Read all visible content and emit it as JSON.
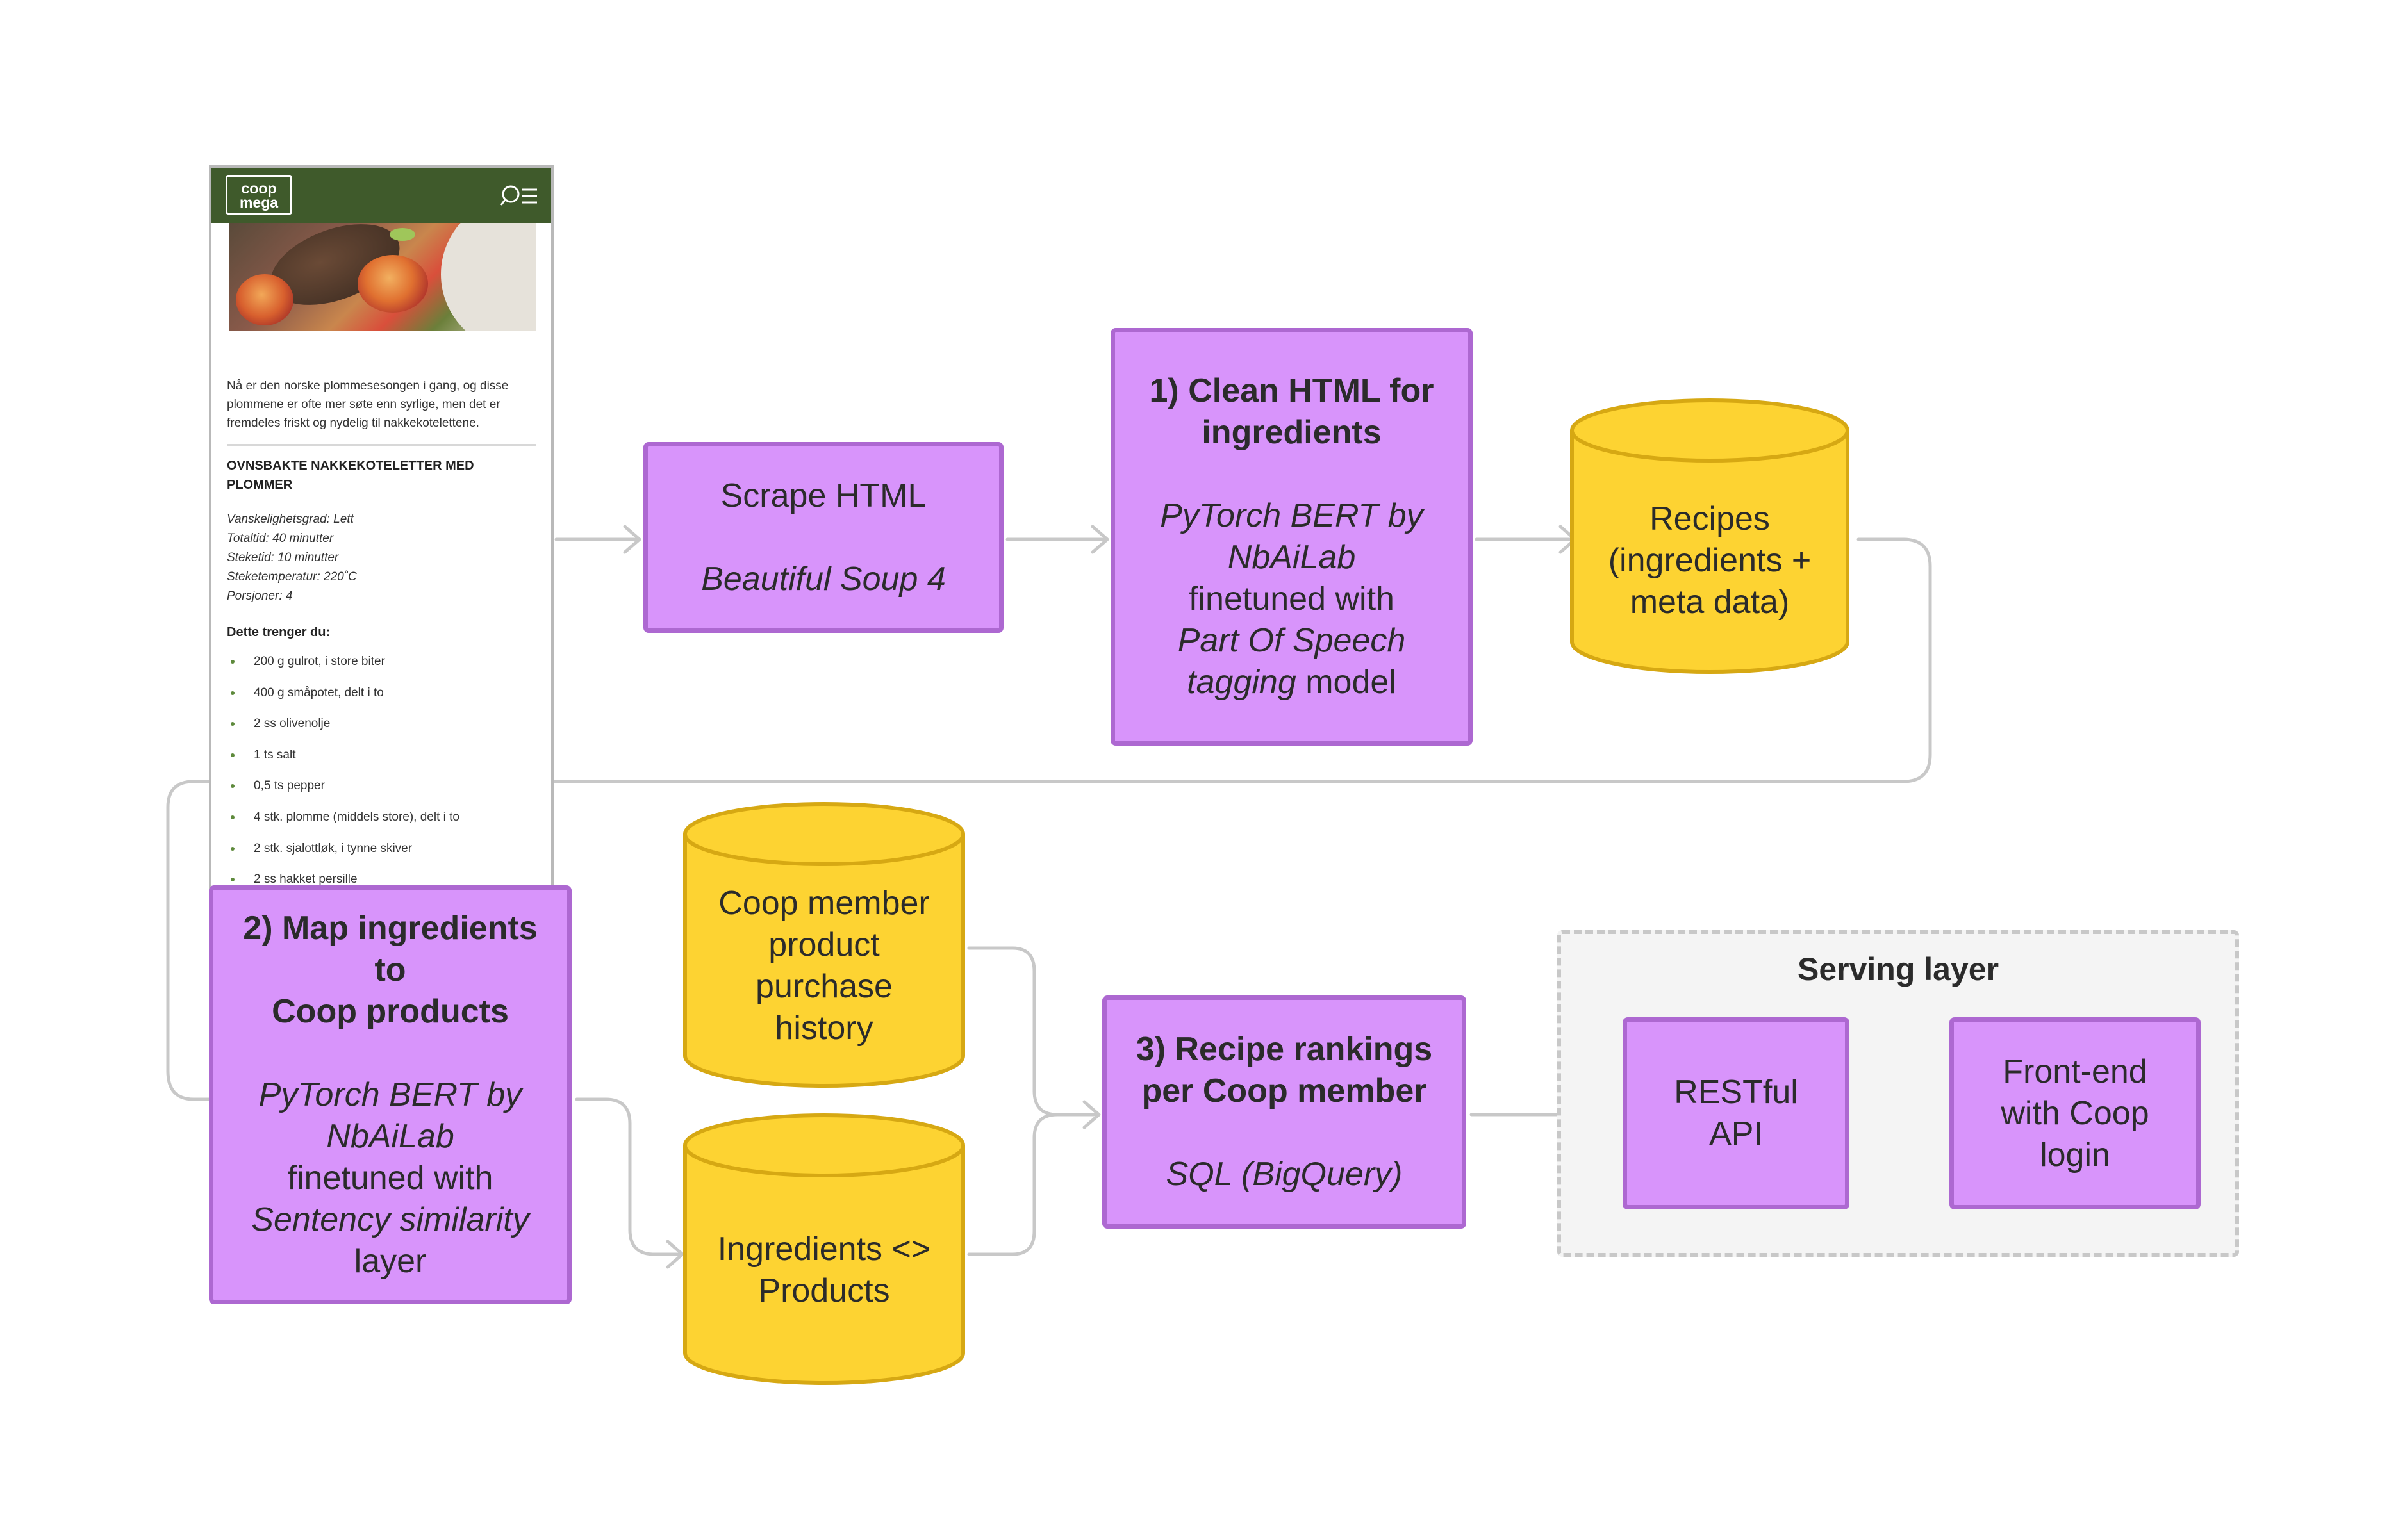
{
  "phone": {
    "logo_line1": "coop",
    "logo_line2": "mega",
    "intro": "Nå er den norske plommesesongen i gang, og disse plommene er ofte mer søte enn syrlige, men det er fremdeles friskt og nydelig til nakkekotelettene.",
    "recipe_title": "OVNSBAKTE NAKKEKOTELETTER MED PLOMMER",
    "meta": [
      "Vanskelighetsgrad: Lett",
      "Totaltid: 40 minutter",
      "Steketid: 10 minutter",
      "Steketemperatur: 220˚C",
      "Porsjoner: 4"
    ],
    "ingredients_heading": "Dette trenger du:",
    "ingredients": [
      "200 g gulrot, i store biter",
      "400 g småpotet, delt i to",
      "2 ss olivenolje",
      "1 ts salt",
      "0,5 ts pepper",
      "4 stk. plomme (middels store), delt i to",
      "2 stk. sjalottløk, i tynne skiver",
      "2 ss hakket persille"
    ]
  },
  "scrape": {
    "title": "Scrape HTML",
    "tool": "Beautiful Soup 4"
  },
  "clean": {
    "title_l1": "1) Clean HTML for",
    "title_l2": "ingredients",
    "l1": "PyTorch BERT by",
    "l2": "NbAiLab",
    "l3": "finetuned with",
    "l4": "Part Of Speech",
    "l5_it": "tagging",
    "l5_rest": " model"
  },
  "recipes_db": {
    "l1": "Recipes",
    "l2": "(ingredients +",
    "l3": "meta data)"
  },
  "map": {
    "title_l1": "2) Map ingredients to",
    "title_l2": "Coop products",
    "l1": "PyTorch BERT by",
    "l2": "NbAiLab",
    "l3": "finetuned with",
    "l4": "Sentency similarity",
    "l5": "layer"
  },
  "purchase_db": {
    "l1": "Coop member",
    "l2": "product",
    "l3": "purchase",
    "l4": "history"
  },
  "ingr_db": {
    "l1": "Ingredients <>",
    "l2": "Products"
  },
  "rank": {
    "title_l1": "3) Recipe rankings",
    "title_l2": "per Coop member",
    "tool": "SQL (BigQuery)"
  },
  "serving": {
    "title": "Serving layer",
    "api_l1": "RESTful",
    "api_l2": "API",
    "fe_l1": "Front-end",
    "fe_l2": "with Coop",
    "fe_l3": "login"
  },
  "colors": {
    "process_fill": "#d894fb",
    "process_border": "#ad68d1",
    "db_fill": "#fdd332",
    "db_border": "#d6a813",
    "connector": "#c8c8c8",
    "link": "#3fc26b",
    "header": "#3f5a2b"
  }
}
